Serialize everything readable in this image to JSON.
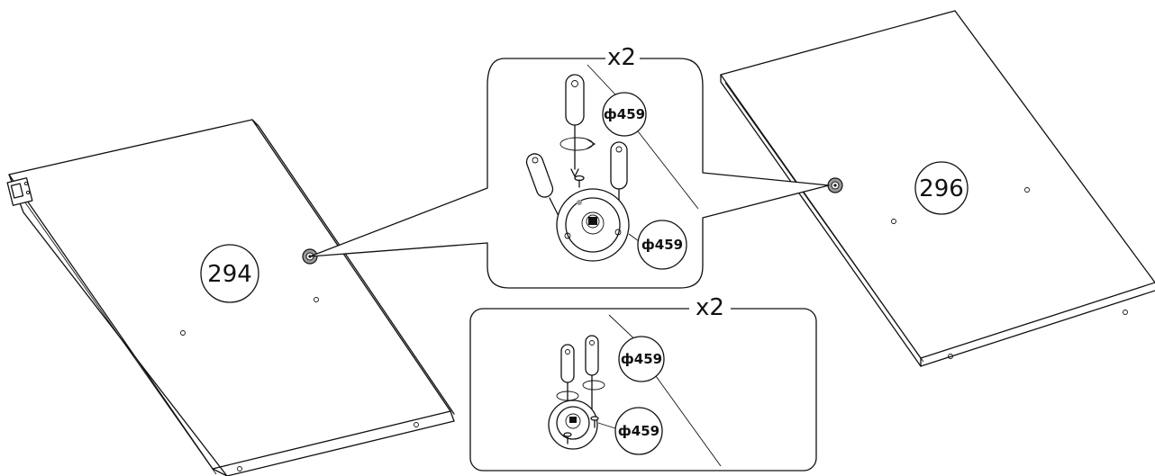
{
  "panels": {
    "left": {
      "part_number": "294"
    },
    "right": {
      "part_number": "296"
    }
  },
  "callouts": {
    "top": {
      "multiplier": "x2",
      "part_code_upper": "ф459",
      "part_code_lower": "ф459"
    },
    "bottom": {
      "multiplier": "x2",
      "part_code_upper": "ф459",
      "part_code_lower": "ф459"
    }
  },
  "colors": {
    "line": "#111111",
    "background": "#ffffff",
    "hardware_fill": "#9a9a9a"
  }
}
